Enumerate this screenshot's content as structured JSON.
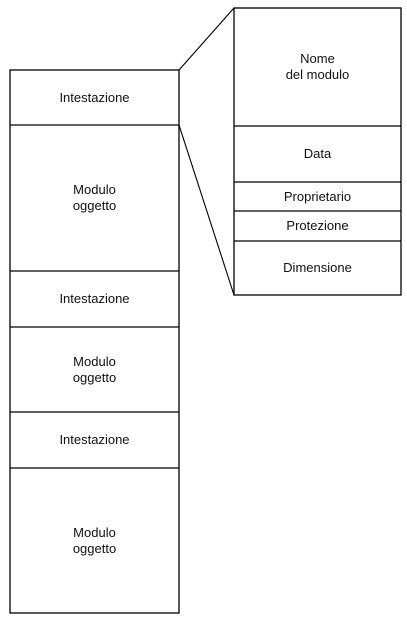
{
  "archive": {
    "blocks": [
      {
        "kind": "header",
        "label": "Intestazione"
      },
      {
        "kind": "module",
        "label": "Modulo\noggetto"
      },
      {
        "kind": "header",
        "label": "Intestazione"
      },
      {
        "kind": "module",
        "label": "Modulo\noggetto"
      },
      {
        "kind": "header",
        "label": "Intestazione"
      },
      {
        "kind": "module",
        "label": "Modulo\noggetto"
      }
    ]
  },
  "header_detail": {
    "fields": [
      {
        "label": "Nome\ndel modulo"
      },
      {
        "label": "Data"
      },
      {
        "label": "Proprietario"
      },
      {
        "label": "Protezione"
      },
      {
        "label": "Dimensione"
      }
    ]
  }
}
